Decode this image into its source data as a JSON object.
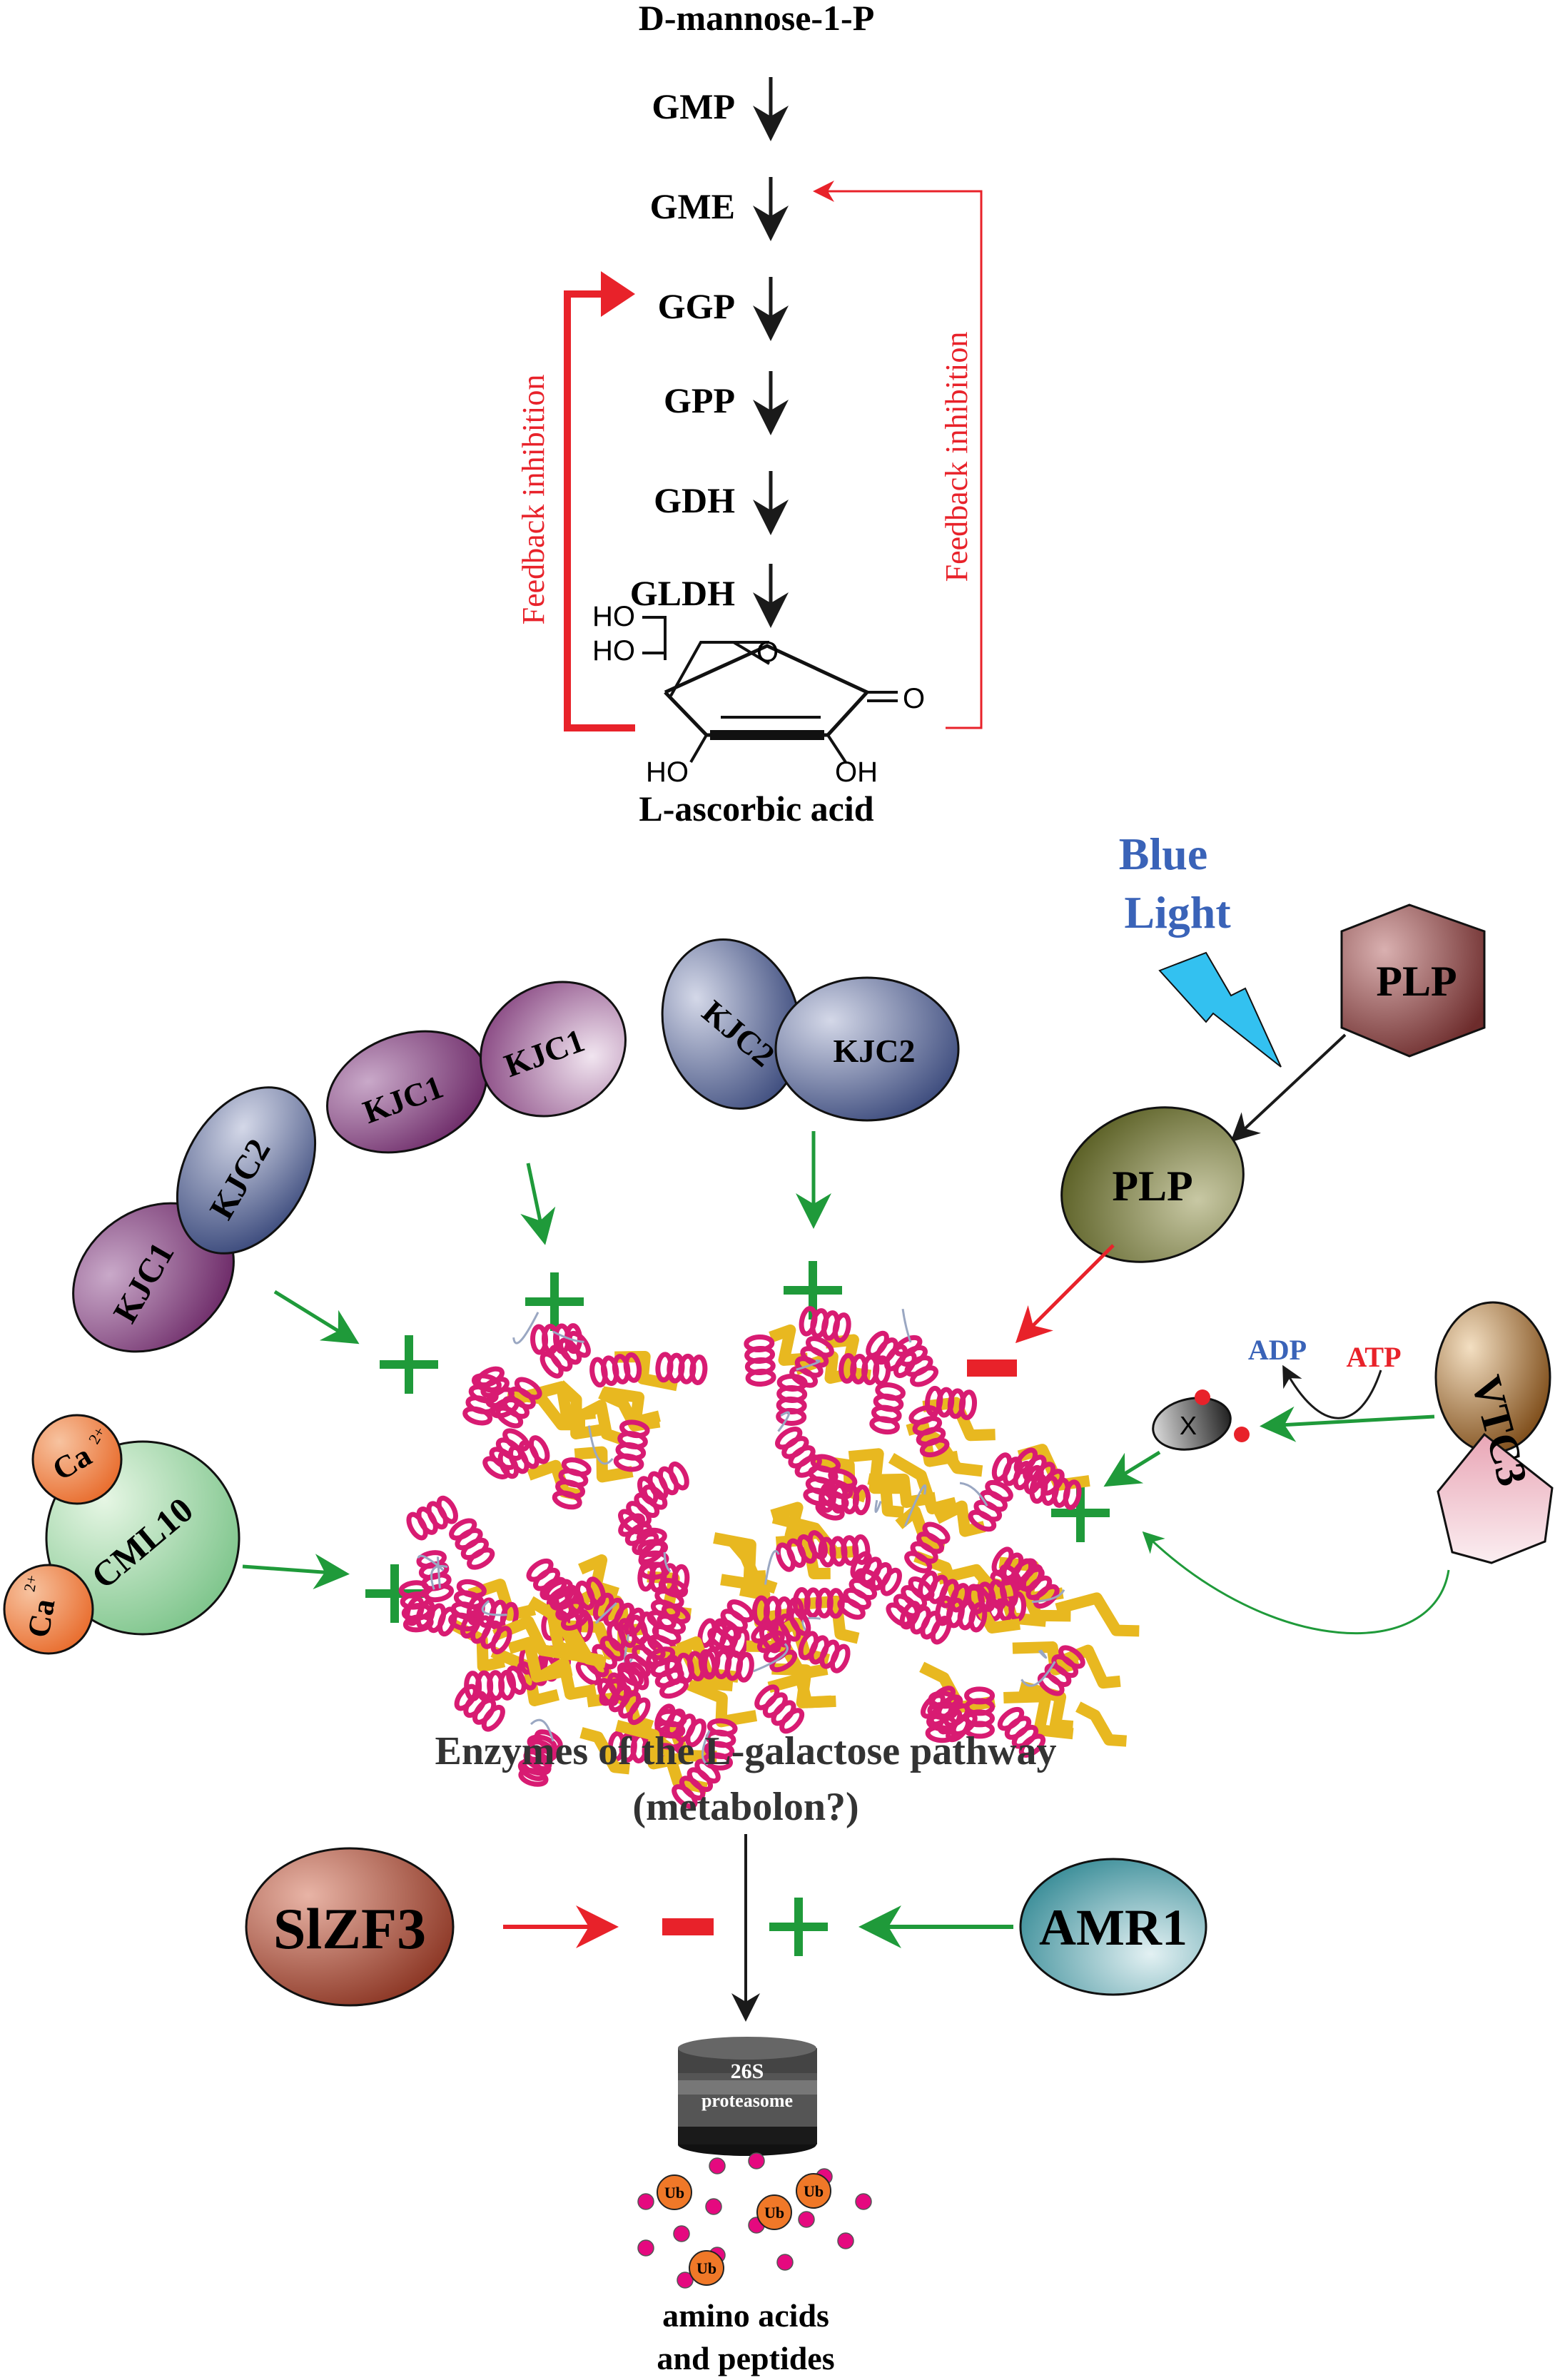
{
  "pathway": {
    "start": "D-mannose-1-P",
    "enzymes": [
      "GMP",
      "GME",
      "GGP",
      "GPP",
      "GDH",
      "GLDH"
    ],
    "product": "L-ascorbic acid",
    "feedback_left": "Feedback inhibition",
    "feedback_right": "Feedback inhibition",
    "structure_labels": {
      "ho1": "HO",
      "ho2": "HO",
      "o_ring": "O",
      "o_carbonyl": "O",
      "ho3": "HO",
      "oh": "OH"
    }
  },
  "regulators": {
    "blue_light": [
      "Blue",
      "Light"
    ],
    "plp_hex": "PLP",
    "plp_ellipse": "PLP",
    "kjc_pair_a": [
      "KJC1",
      "KJC1"
    ],
    "kjc_pair_b": [
      "KJC2",
      "KJC2"
    ],
    "kjc_pair_c": [
      "KJC1",
      "KJC2"
    ],
    "cml10": "CML10",
    "ca_labels": [
      "Ca",
      "Ca"
    ],
    "ca_charge": "2+",
    "vtc3": "VTC3",
    "adp": "ADP",
    "atp": "ATP",
    "x_label": "X",
    "slzf3": "SlZF3",
    "amr1": "AMR1"
  },
  "center": {
    "title_line1": "Enzymes of the L-galactose pathway",
    "title_line2": "(metabolon?)"
  },
  "proteasome": {
    "line1": "26S",
    "line2": "proteasome",
    "ub_label": "Ub",
    "products_line1": "amino acids",
    "products_line2": "and peptides"
  },
  "signs": {
    "plus": "+",
    "minus": "−"
  },
  "colors": {
    "activation_green": "#1f9a3a",
    "inhibition_red": "#e8222a",
    "blue_light": "#3a63b8",
    "bolt": "#33c1f0",
    "helix": "#d81b72",
    "sheet": "#e8b820",
    "ub_orange": "#f07828",
    "peptide_magenta": "#e5097f"
  }
}
